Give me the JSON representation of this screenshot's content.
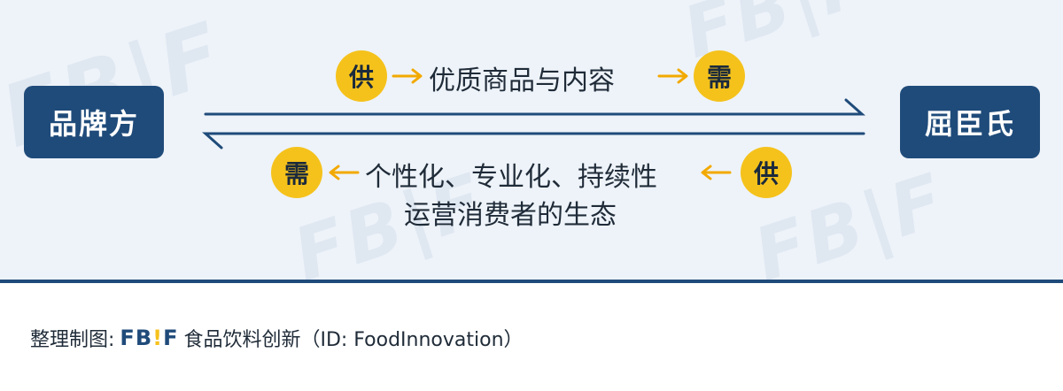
{
  "watermark_text": "FB|F",
  "nodes": {
    "left": "品牌方",
    "right": "屈臣氏"
  },
  "top_flow": {
    "from_badge": "供",
    "label": "优质商品与内容",
    "to_badge": "需"
  },
  "bottom_flow": {
    "from_badge": "供",
    "label_line1": "个性化、专业化、持续性",
    "label_line2": "运营消费者的生态",
    "to_badge": "需"
  },
  "caption": {
    "prefix": "整理制图:",
    "logo_part1": "FB",
    "logo_bang": "!",
    "logo_part2": "F",
    "suffix": "食品饮料创新（ID: FoodInnovation）"
  },
  "colors": {
    "node_fill": "#1f4b7a",
    "badge_fill": "#f5c21c",
    "arrow_accent": "#f2a900",
    "panel_bg": "#eef3f9"
  }
}
